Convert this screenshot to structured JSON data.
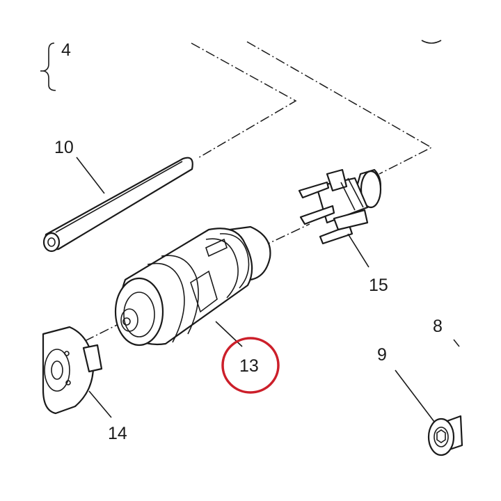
{
  "diagram": {
    "callouts": {
      "c4": "4",
      "c8": "8",
      "c9": "9",
      "c10": "10",
      "c13": "13",
      "c14": "14",
      "c15": "15"
    },
    "highlight_color": "#cc1f2a",
    "line_color": "#1a1a1a"
  }
}
